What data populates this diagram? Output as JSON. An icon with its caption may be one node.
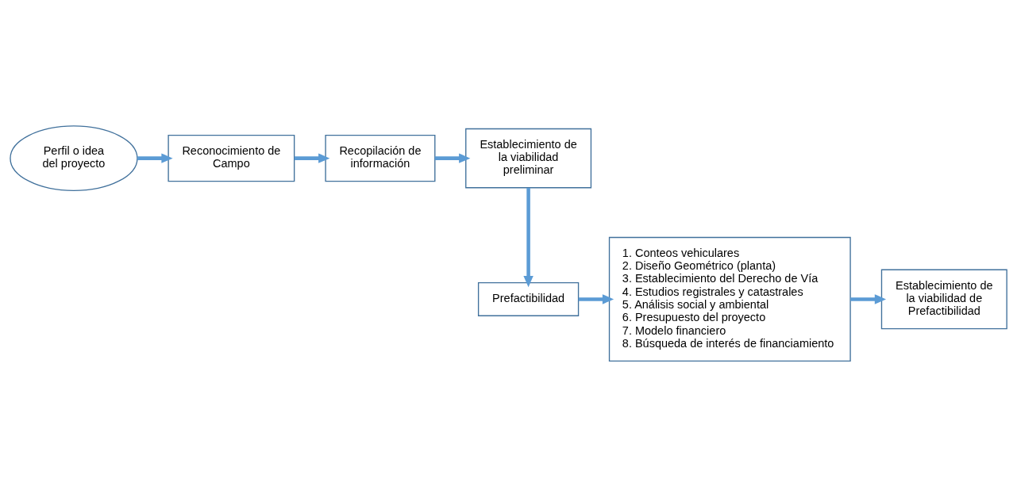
{
  "diagram": {
    "nodes": [
      {
        "text": [
          "Perfil o idea del proyecto"
        ]
      },
      {
        "text": [
          "Reconocimiento de Campo"
        ]
      },
      {
        "text": [
          "Recopilación de información"
        ]
      },
      {
        "text": [
          "Establecimiento de la viabilidad preliminar"
        ]
      },
      {
        "text": [
          "Prefactibilidad"
        ]
      },
      {
        "text": [
          "1. Conteos vehiculares",
          "2. Diseño Geométrico (planta)",
          "3. Establecimiento del Derecho de Vía",
          "4. Estudios registrales y catastrales",
          "5. Análisis social y ambiental",
          "6. Presupuesto del proyecto",
          "7. Modelo financiero",
          "8. Búsqueda de interés de financiamiento"
        ]
      },
      {
        "text": [
          "Establecimiento de la viabilidad de Prefactibilidad"
        ]
      }
    ],
    "edges": [
      {
        "from": 0,
        "to": 1,
        "arrow": "to"
      },
      {
        "from": 1,
        "to": 2,
        "arrow": "to"
      },
      {
        "from": 2,
        "to": 3,
        "arrow": "to"
      },
      {
        "from": 3,
        "to": 4,
        "arrow": "to"
      },
      {
        "from": 4,
        "to": 5,
        "arrow": "to"
      },
      {
        "from": 5,
        "to": 6,
        "arrow": "to"
      }
    ]
  }
}
